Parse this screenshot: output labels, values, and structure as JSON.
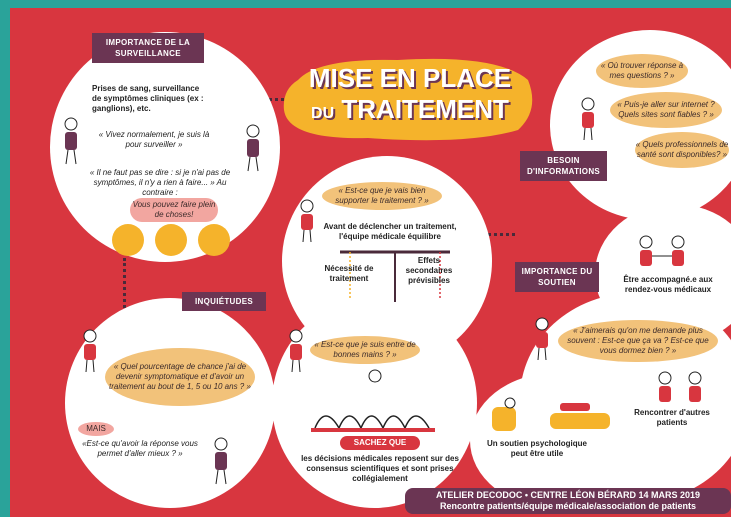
{
  "title": {
    "line1": "MISE EN PLACE",
    "line2_small": "DU",
    "line2_big": "TRAITEMENT"
  },
  "surveillance": {
    "tag": "IMPORTANCE DE LA SURVEILLANCE",
    "desc": "Prises de sang, surveillance de symptômes cliniques (ex : ganglions), etc.",
    "quote1": "« Vivez normalement, je suis là pour surveiller »",
    "quote2": "« Il ne faut pas se dire : si je n'ai pas de symptômes, il n'y a rien à faire... » Au contraire :",
    "pill": "Vous pouvez faire plein de choses!"
  },
  "besoin": {
    "tag": "BESOIN D'INFORMATIONS",
    "q1": "« Où trouver réponse à mes questions ? »",
    "q2": "« Puis-je aller sur internet ? Quels sites sont fiables ? »",
    "q3": "« Quels professionnels de santé sont disponibles? »"
  },
  "centre": {
    "quote": "« Est-ce que je vais bien supporter le traitement ? »",
    "desc": "Avant de déclencher un traitement, l'équipe médicale équilibre",
    "left": "Nécessité de traitement",
    "right": "Effets secondaires prévisibles"
  },
  "soutien": {
    "tag": "IMPORTANCE DU SOUTIEN",
    "accomp": "Être accompagné.e aux rendez-vous médicaux",
    "quote": "« J'aimerais qu'on me demande plus souvent : Est-ce que ça va ? Est-ce que vous dormez bien ? »",
    "psy": "Un soutien psychologique peut être utile",
    "autres": "Rencontrer d'autres patients"
  },
  "inquietudes": {
    "tag": "INQUIÉTUDES",
    "quote": "« Quel pourcentage de chance j'ai de devenir symptomatique et d'avoir un traitement au bout de 1, 5 ou 10 ans ? »",
    "mais": "MAIS",
    "quote2": "«Est-ce qu'avoir la réponse vous permet d'aller mieux ? »"
  },
  "decision": {
    "quote": "« Est-ce que je suis entre de bonnes mains ? »",
    "label": "SACHEZ QUE",
    "text": "les décisions médicales reposent sur des consensus scientifiques et sont prises collégialement"
  },
  "footer": {
    "line1": "ATELIER DECODOC • CENTRE LÉON BÉRARD 14 MARS 2019",
    "line2": "Rencontre patients/équipe médicale/association de patients"
  },
  "colors": {
    "background": "#d8363f",
    "border": "#2aa39a",
    "tag": "#6b3553",
    "bubble": "#f2c27a",
    "title": "#f5b32b"
  }
}
